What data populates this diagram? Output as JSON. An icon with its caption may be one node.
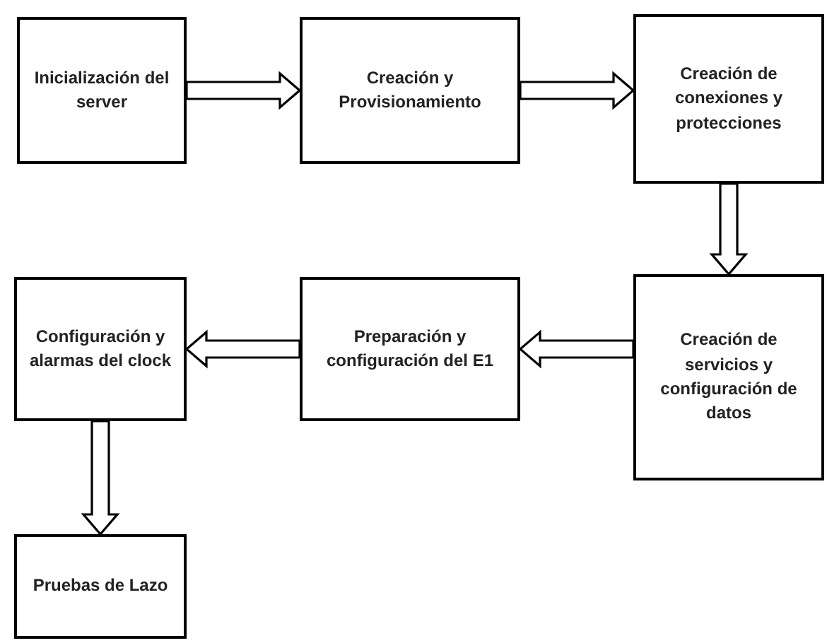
{
  "diagram": {
    "nodes": [
      {
        "text": [
          "Inicialización del server"
        ]
      },
      {
        "text": [
          "Creación y Provisionamiento"
        ]
      },
      {
        "text": [
          "Creación de conexiones y protecciones"
        ]
      },
      {
        "text": [
          "Creación de servicios y configuración de datos"
        ]
      },
      {
        "text": [
          "Preparación y configuración del E1"
        ]
      },
      {
        "text": [
          "Configuración y alarmas del clock"
        ]
      },
      {
        "text": [
          "Pruebas de Lazo"
        ]
      }
    ],
    "edges": [
      {
        "from": 0,
        "to": 1,
        "arrow": "to"
      },
      {
        "from": 1,
        "to": 2,
        "arrow": "to"
      },
      {
        "from": 2,
        "to": 3,
        "arrow": "to"
      },
      {
        "from": 3,
        "to": 4,
        "arrow": "to"
      },
      {
        "from": 4,
        "to": 5,
        "arrow": "to"
      },
      {
        "from": 5,
        "to": 6,
        "arrow": "to"
      }
    ]
  }
}
